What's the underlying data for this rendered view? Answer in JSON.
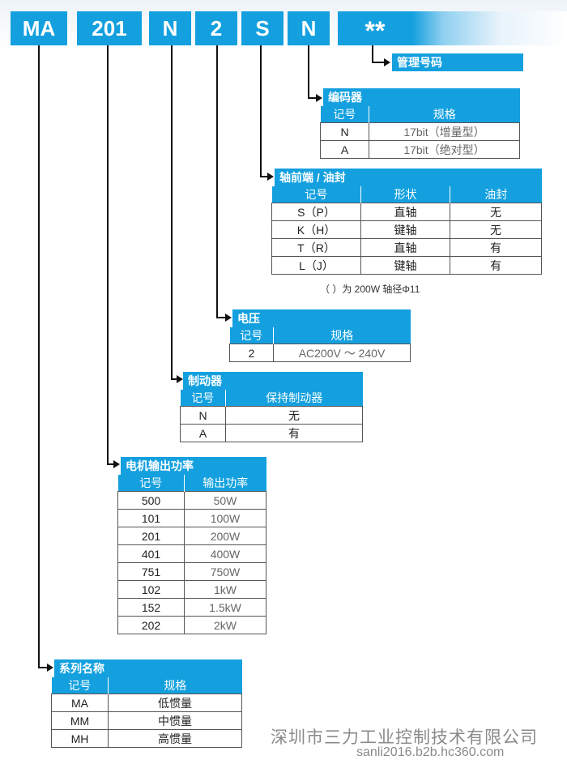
{
  "top_codes": [
    "MA",
    "201",
    "N",
    "2",
    "S",
    "N"
  ],
  "top_stars": "**",
  "mgmt": {
    "title": "管理号码"
  },
  "encoder": {
    "title": "编码器",
    "headers": [
      "记号",
      "规格"
    ],
    "rows": [
      [
        "N",
        "17bit（增量型）"
      ],
      [
        "A",
        "17bit（绝对型）"
      ]
    ]
  },
  "shaft": {
    "title": "轴前端 / 油封",
    "headers": [
      "记号",
      "形状",
      "油封"
    ],
    "rows": [
      [
        "S（P）",
        "直轴",
        "无"
      ],
      [
        "K（H）",
        "键轴",
        "无"
      ],
      [
        "T（R）",
        "直轴",
        "有"
      ],
      [
        "L（J）",
        "键轴",
        "有"
      ]
    ],
    "note": "（ ）为 200W 轴径Φ11"
  },
  "voltage": {
    "title": "电压",
    "headers": [
      "记号",
      "规格"
    ],
    "rows": [
      [
        "2",
        "AC200V ～ 240V"
      ]
    ]
  },
  "brake": {
    "title": "制动器",
    "headers": [
      "记号",
      "保持制动器"
    ],
    "rows": [
      [
        "N",
        "无"
      ],
      [
        "A",
        "有"
      ]
    ]
  },
  "power": {
    "title": "电机输出功率",
    "headers": [
      "记号",
      "输出功率"
    ],
    "rows": [
      [
        "500",
        "50W"
      ],
      [
        "101",
        "100W"
      ],
      [
        "201",
        "200W"
      ],
      [
        "401",
        "400W"
      ],
      [
        "751",
        "750W"
      ],
      [
        "102",
        "1kW"
      ],
      [
        "152",
        "1.5kW"
      ],
      [
        "202",
        "2kW"
      ]
    ]
  },
  "series": {
    "title": "系列名称",
    "headers": [
      "记号",
      "规格"
    ],
    "rows": [
      [
        "MA",
        "低惯量"
      ],
      [
        "MM",
        "中惯量"
      ],
      [
        "MH",
        "高惯量"
      ]
    ]
  },
  "watermark": {
    "company": "深圳市三力工业控制技术有限公司",
    "url": "sanli2016.b2b.hc360.com"
  },
  "colors": {
    "accent": "#14a0df",
    "line": "#111111"
  }
}
